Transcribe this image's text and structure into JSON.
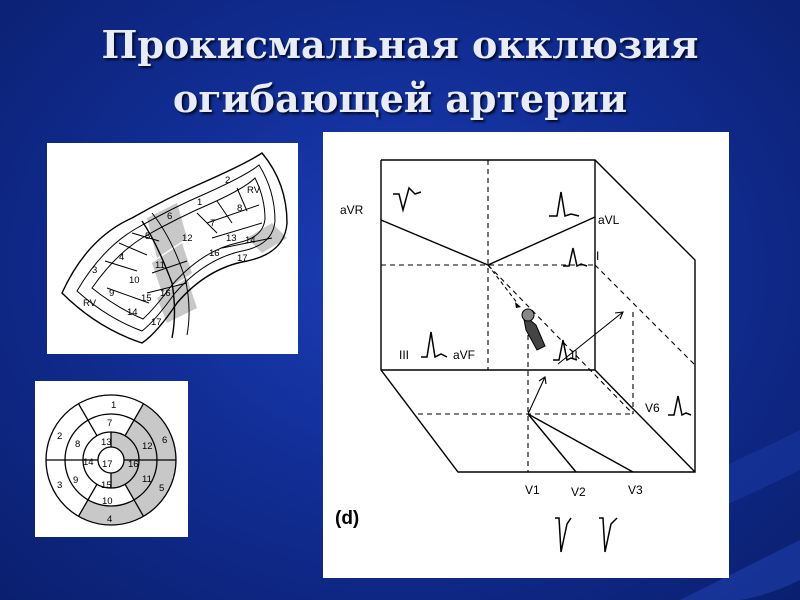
{
  "slide": {
    "title_line1": "Прокисмальная окклюзия",
    "title_line2": "огибающей артерии"
  },
  "heart_diagram": {
    "labels": [
      "RV",
      "RV",
      "1",
      "2",
      "3",
      "4",
      "5",
      "6",
      "7",
      "8",
      "9",
      "10",
      "11",
      "12",
      "13",
      "14",
      "15",
      "16",
      "17",
      "14",
      "16",
      "17"
    ]
  },
  "bullseye": {
    "segments": [
      "1",
      "2",
      "3",
      "4",
      "5",
      "6",
      "7",
      "8",
      "9",
      "10",
      "11",
      "12",
      "13",
      "14",
      "15",
      "16",
      "17"
    ],
    "shaded_color": "#c8c8c8"
  },
  "hexaxial": {
    "lead_labels": [
      "aVR",
      "aVL",
      "I",
      "III",
      "aVF",
      "II",
      "V6",
      "V1",
      "V2",
      "V3"
    ],
    "panel_label": "(d)"
  },
  "colors": {
    "background": "#122e96",
    "title": "#e8ecf8",
    "shading": "#c8c8c8"
  }
}
